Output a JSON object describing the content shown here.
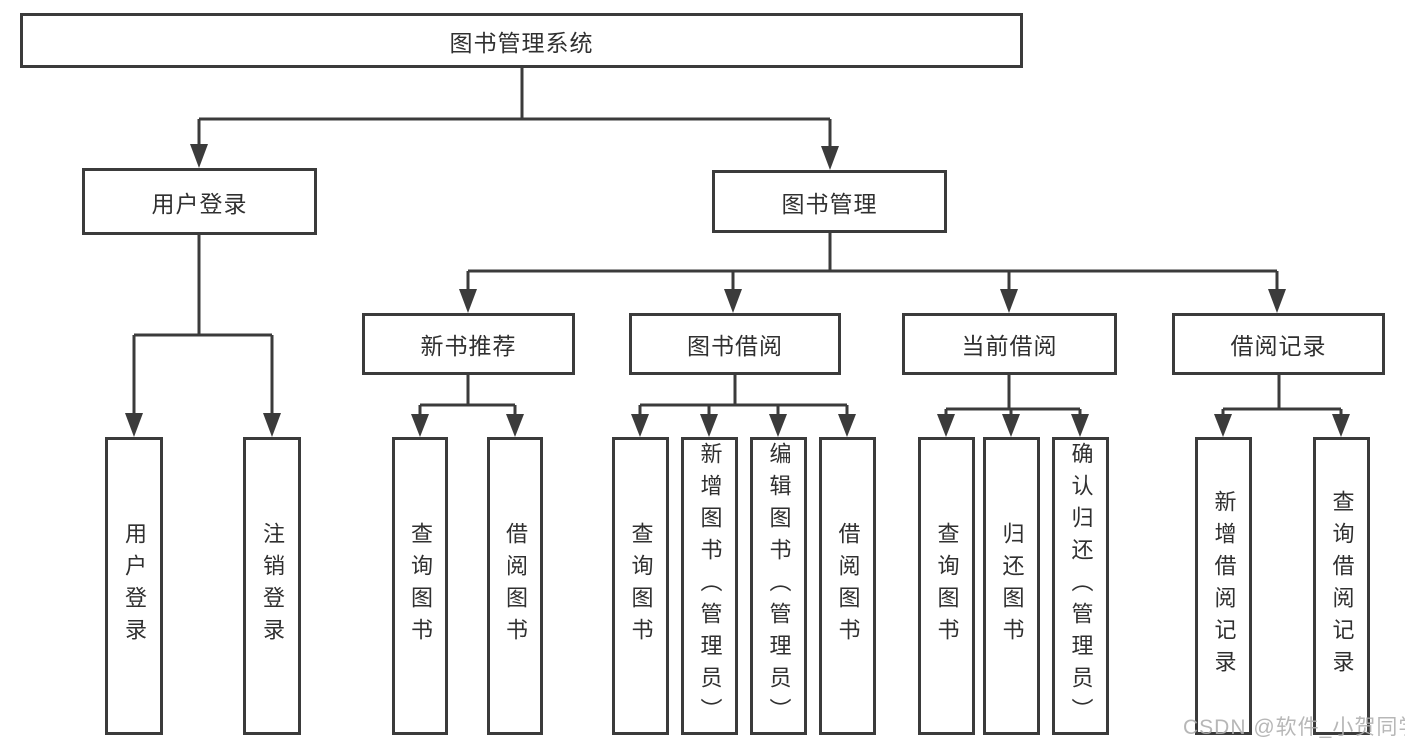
{
  "tree": {
    "root": {
      "label": "图书管理系统"
    },
    "level2": [
      {
        "label": "用户登录",
        "leaves": [
          "用户登录",
          "注销登录"
        ]
      },
      {
        "label": "图书管理",
        "groups": [
          {
            "label": "新书推荐",
            "leaves": [
              "查询图书",
              "借阅图书"
            ]
          },
          {
            "label": "图书借阅",
            "leaves": [
              "查询图书",
              "新增图书（管理员）",
              "编辑图书（管理员）",
              "借阅图书"
            ]
          },
          {
            "label": "当前借阅",
            "leaves": [
              "查询图书",
              "归还图书",
              "确认归还（管理员）"
            ]
          },
          {
            "label": "借阅记录",
            "leaves": [
              "新增借阅记录",
              "查询借阅记录"
            ]
          }
        ]
      }
    ]
  },
  "watermark": {
    "text": "CSDN @软件_小贺同学"
  },
  "colors": {
    "line": "#3b3b3b",
    "box_border": "#3b3b3b",
    "text": "#303030",
    "background": "#ffffff",
    "watermark": "#afafaf"
  }
}
